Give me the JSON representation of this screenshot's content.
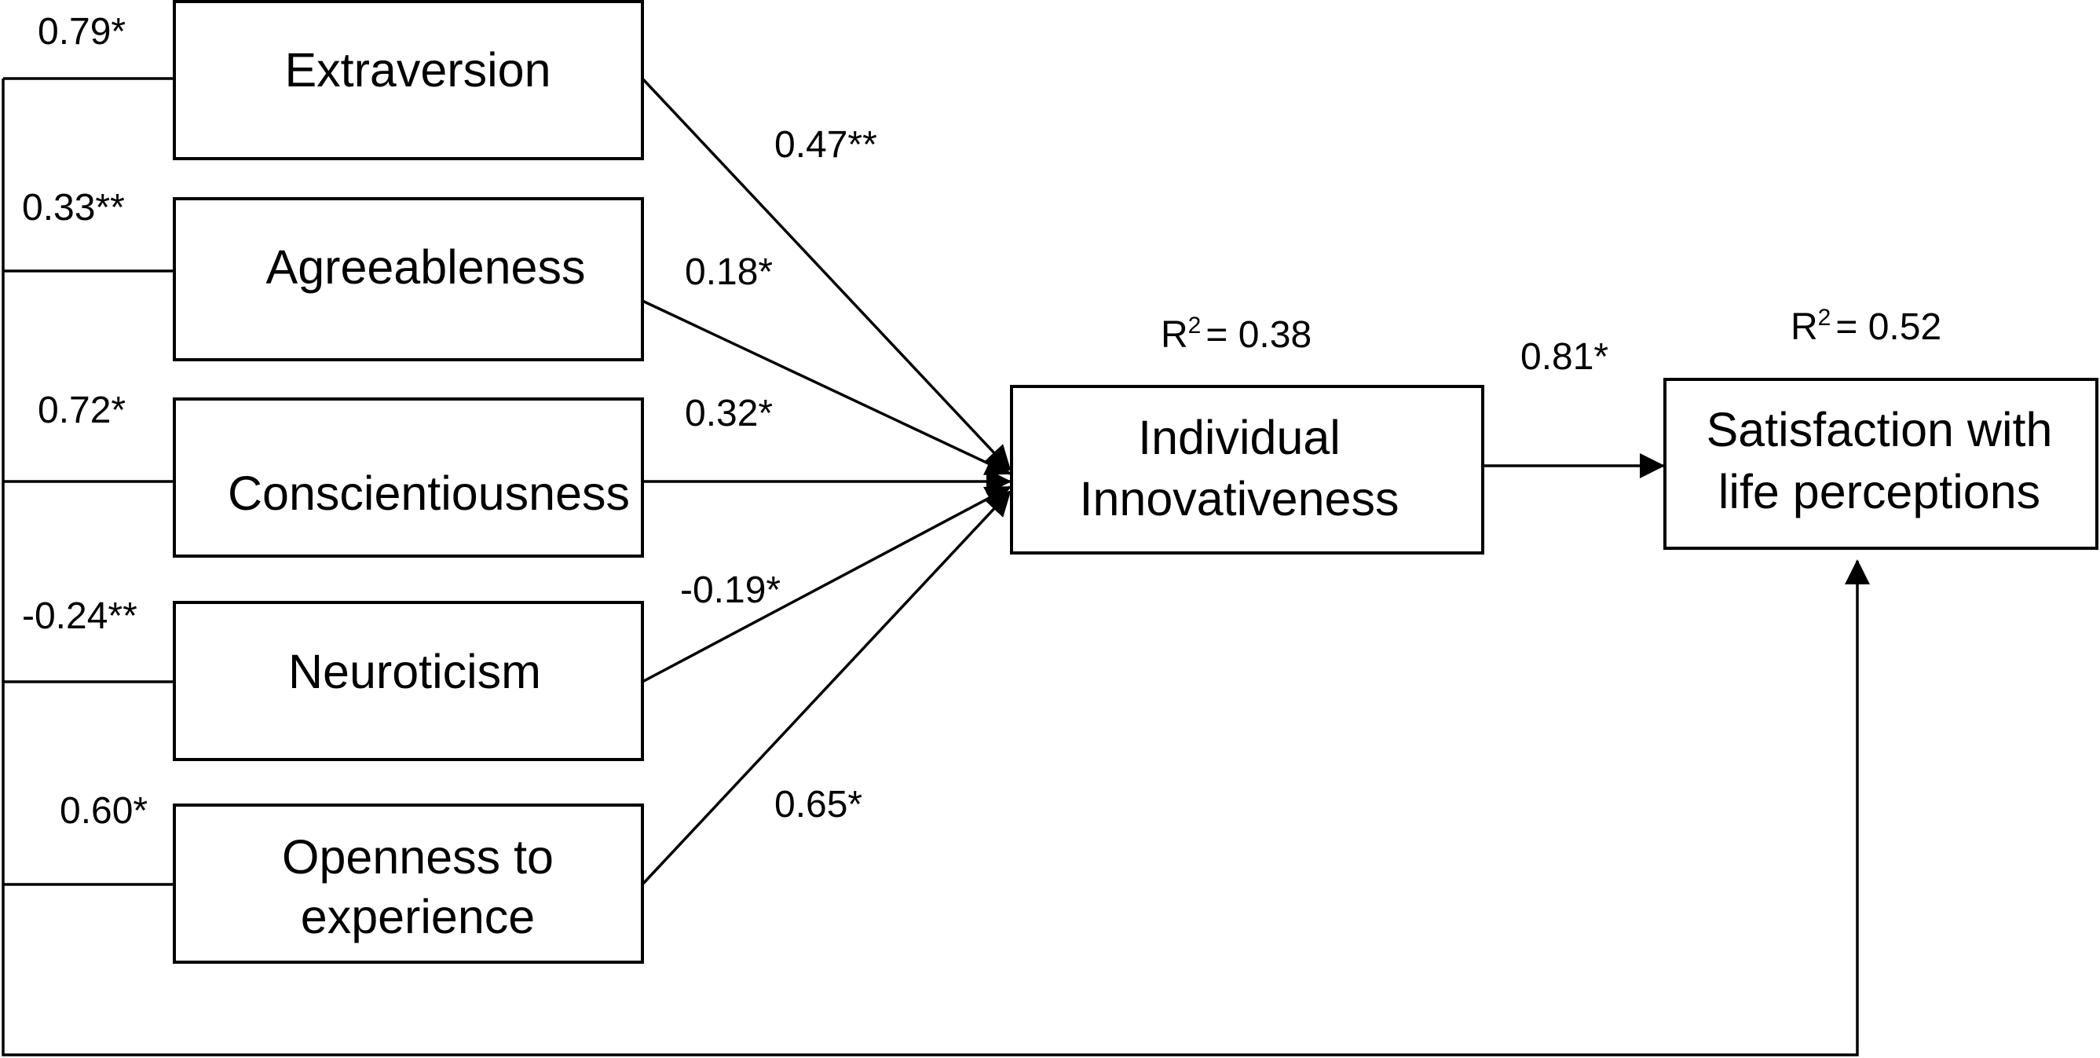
{
  "nodes": {
    "extraversion": [
      "Extraversion"
    ],
    "agreeableness": [
      "Agreeableness"
    ],
    "conscientiousness": [
      "Conscientiousness"
    ],
    "neuroticism": [
      "Neuroticism"
    ],
    "openness": [
      "Openness to",
      "experience"
    ],
    "innovativeness": [
      "Individual",
      "Innovativeness"
    ],
    "satisfaction": [
      "Satisfaction with",
      "life perceptions"
    ]
  },
  "left_coefficients": {
    "extraversion": "0.79*",
    "agreeableness": "0.33**",
    "conscientiousness": "0.72*",
    "neuroticism": "-0.24**",
    "openness": "0.60*"
  },
  "path_coefficients": {
    "extraversion": "0.47**",
    "agreeableness": "0.18*",
    "conscientiousness": "0.32*",
    "neuroticism": "-0.19*",
    "openness": "0.65*"
  },
  "mediator_coefficient": "0.81*",
  "r_squared": {
    "symbol": "R",
    "superscript": "2",
    "innovativeness": "= 0.38",
    "satisfaction": "= 0.52"
  }
}
